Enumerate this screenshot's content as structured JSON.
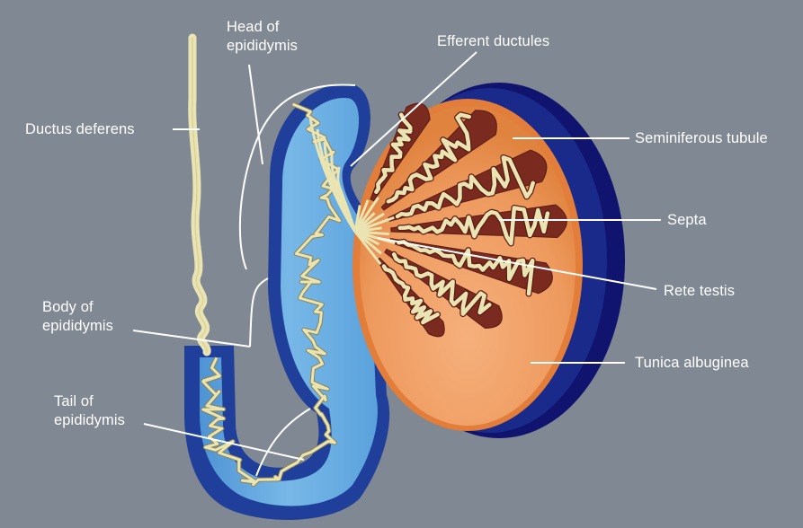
{
  "labels": {
    "head_of_epididymis": [
      "Head of",
      "epididymis"
    ],
    "efferent_ductules": "Efferent ductules",
    "ductus_deferens": "Ductus deferens",
    "seminiferous_tubule": "Seminiferous tubule",
    "septa": "Septa",
    "rete_testis": "Rete testis",
    "body_of_epididymis": [
      "Body of",
      "epididymis"
    ],
    "tunica_albuginea": "Tunica albuginea",
    "tail_of_epididymis": [
      "Tail of",
      "epididymis"
    ]
  },
  "colors": {
    "background": "#808893",
    "label_text": "#ffffff",
    "tubule_fill": "#eae4b2",
    "epididymis_outer": "#1f3f9a",
    "epididymis_inner": "#6aaee0",
    "tunica_vaginalis": "#10146e",
    "testis_orange": "#f09a5c",
    "lobule_brown": "#7a2a1e"
  }
}
